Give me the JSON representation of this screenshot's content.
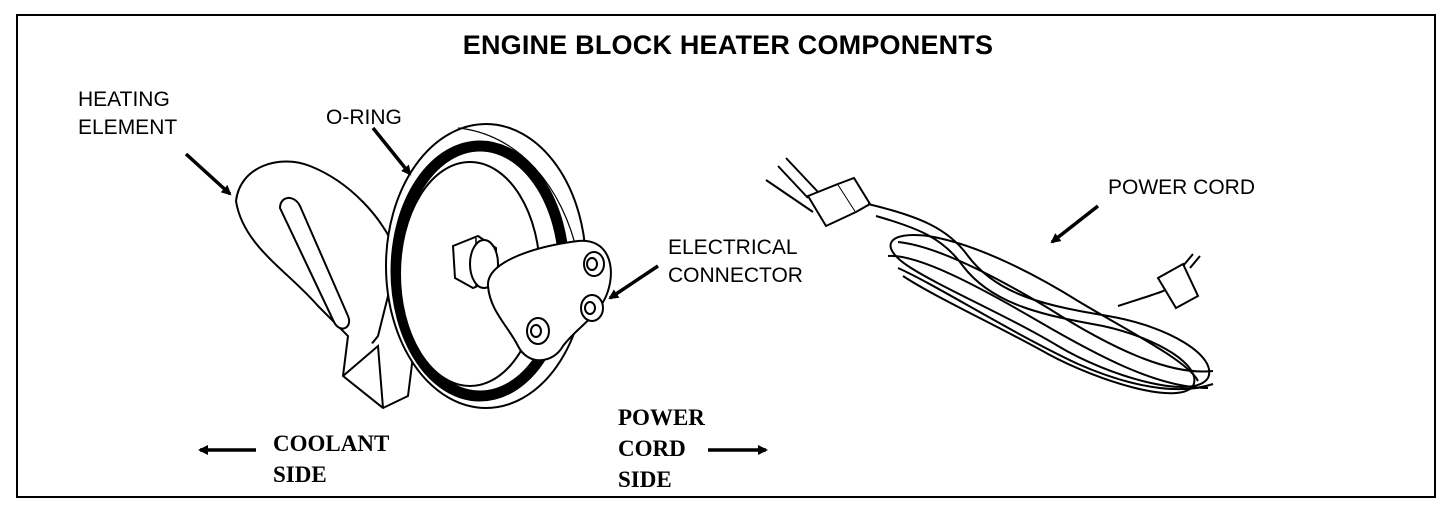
{
  "diagram": {
    "title": "ENGINE BLOCK HEATER COMPONENTS",
    "labels": {
      "heating_element_line1": "HEATING",
      "heating_element_line2": "ELEMENT",
      "o_ring": "O-RING",
      "electrical_connector_line1": "ELECTRICAL",
      "electrical_connector_line2": "CONNECTOR",
      "power_cord": "POWER CORD"
    },
    "sides": {
      "coolant_line1": "COOLANT",
      "coolant_line2": "SIDE",
      "power_cord_line1": "POWER",
      "power_cord_line2": "CORD",
      "power_cord_line3": "SIDE"
    }
  }
}
